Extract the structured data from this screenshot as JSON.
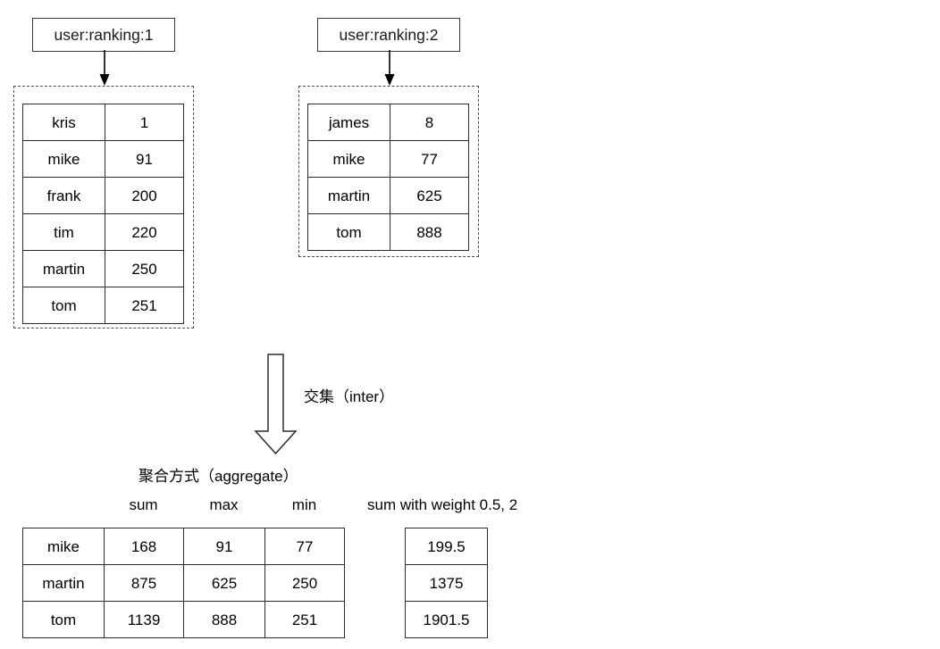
{
  "diagram": {
    "title_note": "Redis sorted set ZINTERSTORE aggregate illustration",
    "sources": [
      {
        "key_label": "user:ranking:1",
        "rows": [
          {
            "member": "kris",
            "score": "1"
          },
          {
            "member": "mike",
            "score": "91"
          },
          {
            "member": "frank",
            "score": "200"
          },
          {
            "member": "tim",
            "score": "220"
          },
          {
            "member": "martin",
            "score": "250"
          },
          {
            "member": "tom",
            "score": "251"
          }
        ]
      },
      {
        "key_label": "user:ranking:2",
        "rows": [
          {
            "member": "james",
            "score": "8"
          },
          {
            "member": "mike",
            "score": "77"
          },
          {
            "member": "martin",
            "score": "625"
          },
          {
            "member": "tom",
            "score": "888"
          }
        ]
      }
    ],
    "operation": {
      "label": "交集（inter）"
    },
    "aggregate": {
      "label": "聚合方式（aggregate）",
      "column_headers": [
        "sum",
        "max",
        "min"
      ],
      "weighted_header": "sum with weight 0.5, 2",
      "result_rows": [
        {
          "member": "mike",
          "sum": "168",
          "max": "91",
          "min": "77",
          "weighted": "199.5"
        },
        {
          "member": "martin",
          "sum": "875",
          "max": "625",
          "min": "250",
          "weighted": "1375"
        },
        {
          "member": "tom",
          "sum": "1139",
          "max": "888",
          "min": "251",
          "weighted": "1901.5"
        }
      ]
    },
    "colors": {
      "stroke": "#2b2b2b",
      "dashed_stroke": "#4a4a4a",
      "text": "#000000",
      "background": "#ffffff"
    }
  }
}
